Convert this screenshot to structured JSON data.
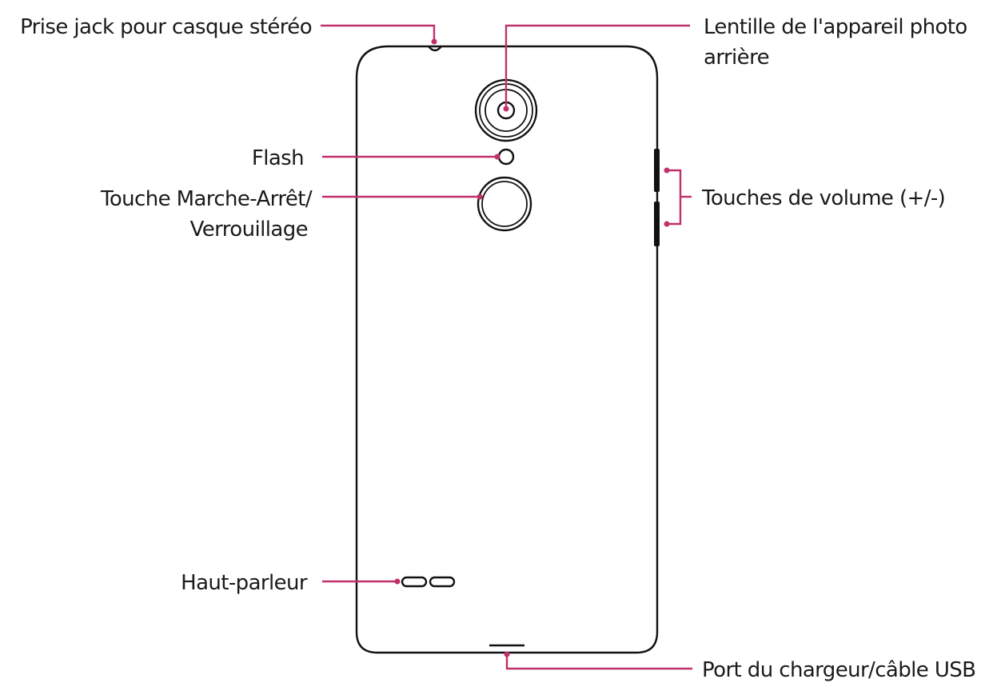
{
  "accent_color": "#c0306a",
  "labels": {
    "headphone_jack": "Prise jack pour casque stéréo",
    "rear_camera_line1": "Lentille de l'appareil photo",
    "rear_camera_line2": "arrière",
    "flash": "Flash",
    "power_key_line1": "Touche Marche-Arrêt/",
    "power_key_line2": "Verrouillage",
    "volume_keys": "Touches de volume (+/-)",
    "speaker": "Haut-parleur",
    "charger_port": "Port du chargeur/câble USB"
  }
}
